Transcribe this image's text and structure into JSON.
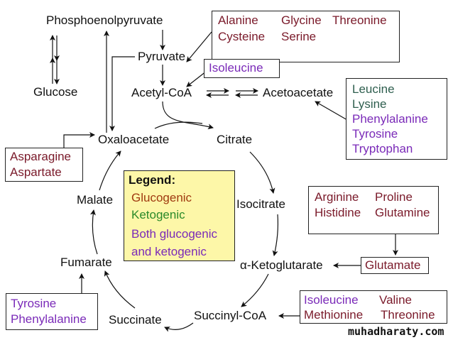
{
  "metabolites": {
    "pep": "Phosphoenolpyruvate",
    "glucose": "Glucose",
    "pyruvate": "Pyruvate",
    "acetyl_coa": "Acetyl-CoA",
    "acetoacetate": "Acetoacetate",
    "oxaloacetate": "Oxaloacetate",
    "citrate": "Citrate",
    "isocitrate": "Isocitrate",
    "alpha_kg": "α-Ketoglutarate",
    "succinyl_coa": "Succinyl-CoA",
    "succinate": "Succinate",
    "fumarate": "Fumarate",
    "malate": "Malate"
  },
  "boxes": {
    "pyruvate_group": [
      "Alanine",
      "Glycine",
      "Threonine",
      "Cysteine",
      "Serine"
    ],
    "acetylcoa_group": [
      "Isoleucine"
    ],
    "acetoacetate_group": [
      "Leucine",
      "Lysine",
      "Phenylalanine",
      "Tyrosine",
      "Tryptophan"
    ],
    "oxaloacetate_group": [
      "Asparagine",
      "Aspartate"
    ],
    "glutamate_source_group": [
      "Arginine",
      "Proline",
      "Histidine",
      "Glutamine"
    ],
    "glutamate": "Glutamate",
    "succinylcoa_group": [
      "Isoleucine",
      "Valine",
      "Methionine",
      "Threonine"
    ],
    "fumarate_group": [
      "Tyrosine",
      "Phenylalanine"
    ]
  },
  "legend": {
    "title": "Legend:",
    "glucogenic": "Glucogenic",
    "ketogenic": "Ketogenic",
    "both_line1": "Both glucogenic",
    "both_line2": "and ketogenic"
  },
  "colors": {
    "glucogenic": "#7a1a2a",
    "ketogenic": "#2f5f4f",
    "both": "#7a2ab8",
    "legend_bg": "#fdf7a8"
  },
  "watermark": "muhadharaty.com"
}
